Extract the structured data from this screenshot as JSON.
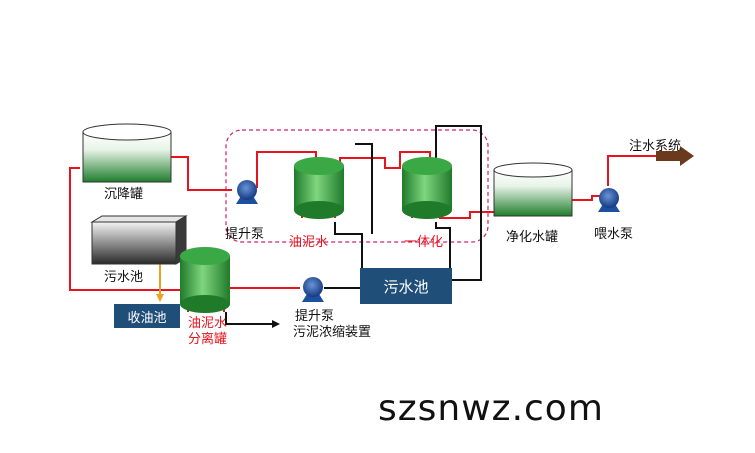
{
  "labels": {
    "settling_tank": "沉降罐",
    "sewage_pool_left": "污水池",
    "oil_collect_pool": "收油池",
    "lift_pump_1": "提升泵",
    "oil_mud_water": "油泥水",
    "integrated": "一体化",
    "sewage_pool_center": "污水池",
    "separator_line1": "油泥水",
    "separator_line2": "分离罐",
    "lift_pump_2": "提升泵",
    "sludge_device": "污泥浓缩装置",
    "clean_water_tank": "净化水罐",
    "feed_pump": "喂水泵",
    "injection_system": "注水系统"
  },
  "watermark": "szsnwz.com",
  "colors": {
    "pipe_red": "#e8141d",
    "pipe_black": "#111111",
    "pipe_orange": "#f0a020",
    "tank_green": "#2e9a3a",
    "pump_blue": "#1c4fa0",
    "box_navy": "#1f4e79",
    "dash_magenta": "#d0206a",
    "arrow_brown": "#6b3a1c"
  }
}
